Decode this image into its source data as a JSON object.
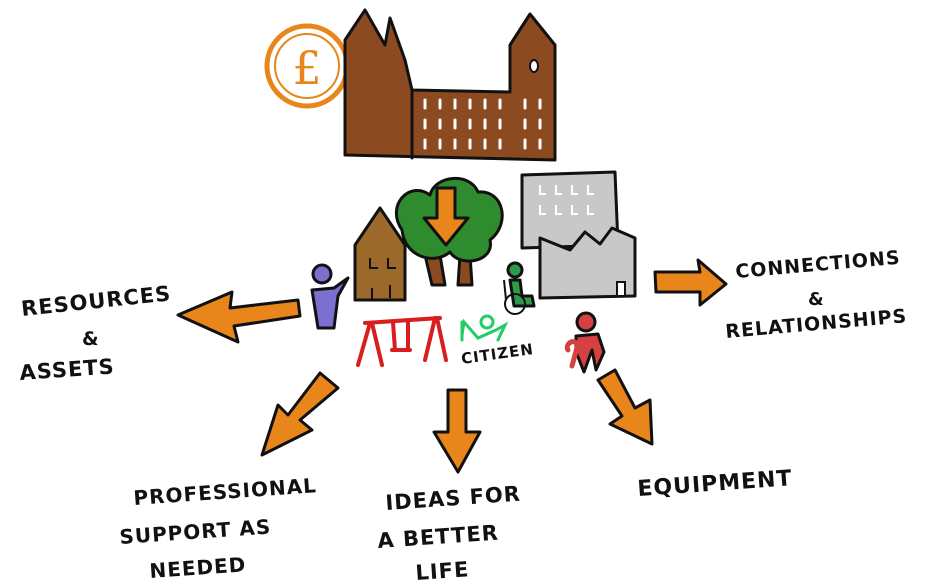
{
  "diagram": {
    "center_label": "CITIZEN",
    "currency_symbol": "£",
    "outcomes": {
      "resources": [
        "RESOURCES",
        "&",
        "ASSETS"
      ],
      "connections": [
        "CONNECTIONS",
        "&",
        "RELATIONSHIPS"
      ],
      "professional": [
        "PROFESSIONAL",
        "SUPPORT  AS",
        "NEEDED"
      ],
      "ideas": [
        "IDEAS FOR",
        "A BETTER",
        "LIFE"
      ],
      "equipment": [
        "EQUIPMENT"
      ]
    }
  },
  "colors": {
    "arrow": "#e8861c",
    "council": "#8b4a1f",
    "house": "#9b6a2a",
    "tree": "#2e8b2e",
    "building": "#c8c8c8",
    "person_purple": "#7b6fd0",
    "person_green": "#2e9b4a",
    "person_red": "#d64040",
    "swing": "#d81e1e",
    "citizen": "#22cc66"
  },
  "icons": [
    "pound-coin-icon",
    "council-building-icon",
    "house-icon",
    "tree-icon",
    "office-building-icon",
    "factory-icon",
    "person-icon",
    "wheelchair-user-icon",
    "elderly-person-icon",
    "swing-icon",
    "citizen-icon"
  ]
}
